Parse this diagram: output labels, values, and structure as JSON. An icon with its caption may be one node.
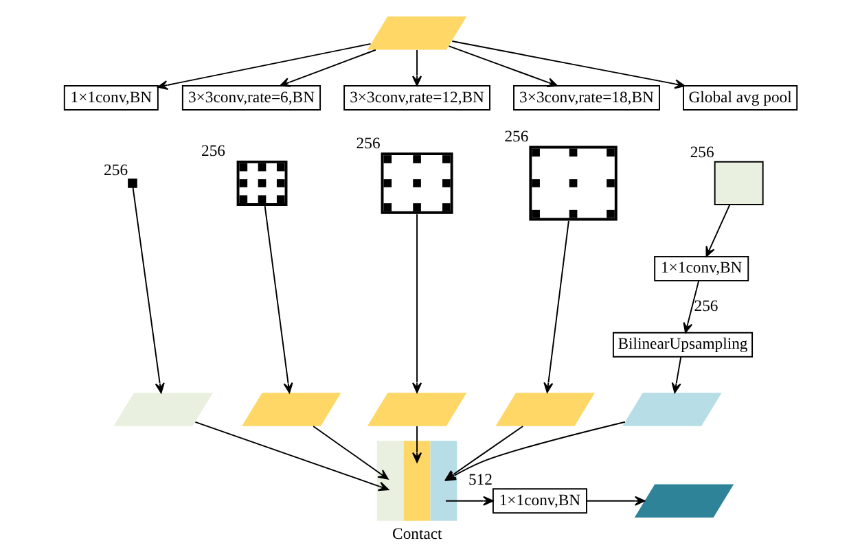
{
  "diagram": {
    "nodes": [
      {
        "text": [],
        "shape": "parallelogram"
      },
      {
        "text": [
          "1×1conv,BN"
        ]
      },
      {
        "text": [
          "3×3conv,rate=6,BN"
        ]
      },
      {
        "text": [
          "3×3conv,rate=12,BN"
        ]
      },
      {
        "text": [
          "3×3conv,rate=18,BN"
        ]
      },
      {
        "text": [
          "Global avg pool"
        ]
      },
      {
        "text": [],
        "shape": "box",
        "beside": [
          "256"
        ]
      },
      {
        "text": [],
        "shape": "picture",
        "beside": [
          "256"
        ]
      },
      {
        "text": [],
        "shape": "picture",
        "beside": [
          "256"
        ]
      },
      {
        "text": [],
        "shape": "picture",
        "beside": [
          "256"
        ]
      },
      {
        "text": [],
        "shape": "box",
        "beside": [
          "256"
        ]
      },
      {
        "text": [
          "1×1conv,BN"
        ]
      },
      {
        "text": [
          "BilinearUpsampling"
        ]
      },
      {
        "text": [],
        "shape": "parallelogram"
      },
      {
        "text": [],
        "shape": "parallelogram"
      },
      {
        "text": [],
        "shape": "parallelogram"
      },
      {
        "text": [],
        "shape": "parallelogram"
      },
      {
        "text": [],
        "shape": "parallelogram"
      },
      {
        "text": [],
        "shape": "picture",
        "beside": [
          "Contact"
        ]
      },
      {
        "text": [
          "1×1conv,BN"
        ],
        "beside": [
          "512"
        ]
      },
      {
        "text": [],
        "shape": "parallelogram"
      }
    ],
    "edges": [
      {
        "from": 0,
        "to": 1,
        "arrow": "to"
      },
      {
        "from": 0,
        "to": 2,
        "arrow": "to"
      },
      {
        "from": 0,
        "to": 3,
        "arrow": "to"
      },
      {
        "from": 0,
        "to": 4,
        "arrow": "to"
      },
      {
        "from": 0,
        "to": 5,
        "arrow": "to"
      },
      {
        "from": 6,
        "to": 13,
        "arrow": "to"
      },
      {
        "from": 7,
        "to": 14,
        "arrow": "to"
      },
      {
        "from": 8,
        "to": 15,
        "arrow": "to"
      },
      {
        "from": 9,
        "to": 16,
        "arrow": "to"
      },
      {
        "from": 10,
        "to": 11,
        "arrow": "to"
      },
      {
        "from": 11,
        "to": 12,
        "arrow": "to",
        "label": "256"
      },
      {
        "from": 12,
        "to": 17,
        "arrow": "to"
      },
      {
        "from": 13,
        "to": 18,
        "arrow": "to"
      },
      {
        "from": 14,
        "to": 18,
        "arrow": "to"
      },
      {
        "from": 15,
        "to": 18,
        "arrow": "to"
      },
      {
        "from": 16,
        "to": 18,
        "arrow": "to"
      },
      {
        "from": 17,
        "to": 18,
        "arrow": "to"
      },
      {
        "from": 18,
        "to": 19,
        "arrow": "to"
      },
      {
        "from": 19,
        "to": 20,
        "arrow": "to"
      }
    ]
  }
}
